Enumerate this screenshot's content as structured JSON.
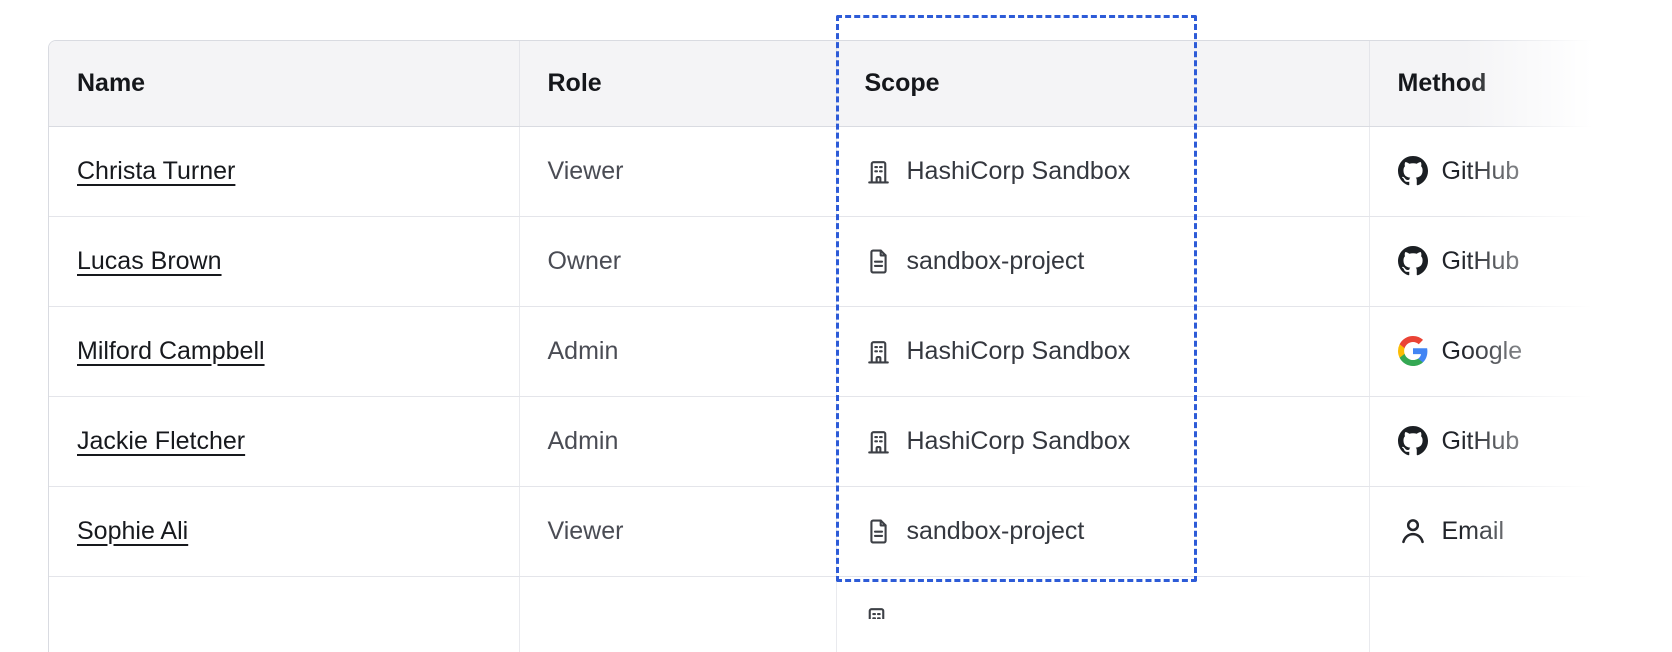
{
  "table": {
    "columns": [
      {
        "id": "name",
        "label": "Name"
      },
      {
        "id": "role",
        "label": "Role"
      },
      {
        "id": "scope",
        "label": "Scope"
      },
      {
        "id": "method",
        "label": "Method"
      }
    ],
    "rows": [
      {
        "name": "Christa Turner",
        "role": "Viewer",
        "scope": "HashiCorp Sandbox",
        "scope_icon": "organization-icon",
        "method": "GitHub",
        "method_icon": "github-icon"
      },
      {
        "name": "Lucas Brown",
        "role": "Owner",
        "scope": "sandbox-project",
        "scope_icon": "project-icon",
        "method": "GitHub",
        "method_icon": "github-icon"
      },
      {
        "name": "Milford Campbell",
        "role": "Admin",
        "scope": "HashiCorp Sandbox",
        "scope_icon": "organization-icon",
        "method": "Google",
        "method_icon": "google-icon"
      },
      {
        "name": "Jackie Fletcher",
        "role": "Admin",
        "scope": "HashiCorp Sandbox",
        "scope_icon": "organization-icon",
        "method": "GitHub",
        "method_icon": "github-icon"
      },
      {
        "name": "Sophie Ali",
        "role": "Viewer",
        "scope": "sandbox-project",
        "scope_icon": "project-icon",
        "method": "Email",
        "method_icon": "person-icon"
      }
    ],
    "partial_next_row": {
      "scope_icon": "organization-icon"
    }
  },
  "highlight": {
    "target_column": "Scope",
    "style": "dashed",
    "color": "#2d5bd7"
  },
  "colors": {
    "header_bg": "#f4f4f6",
    "border": "#d9dbe1",
    "icon_stroke": "#3d4046",
    "github": "#1b1f23",
    "google_blue": "#4285F4",
    "google_green": "#34A853",
    "google_yellow": "#FBBC05",
    "google_red": "#EA4335"
  }
}
